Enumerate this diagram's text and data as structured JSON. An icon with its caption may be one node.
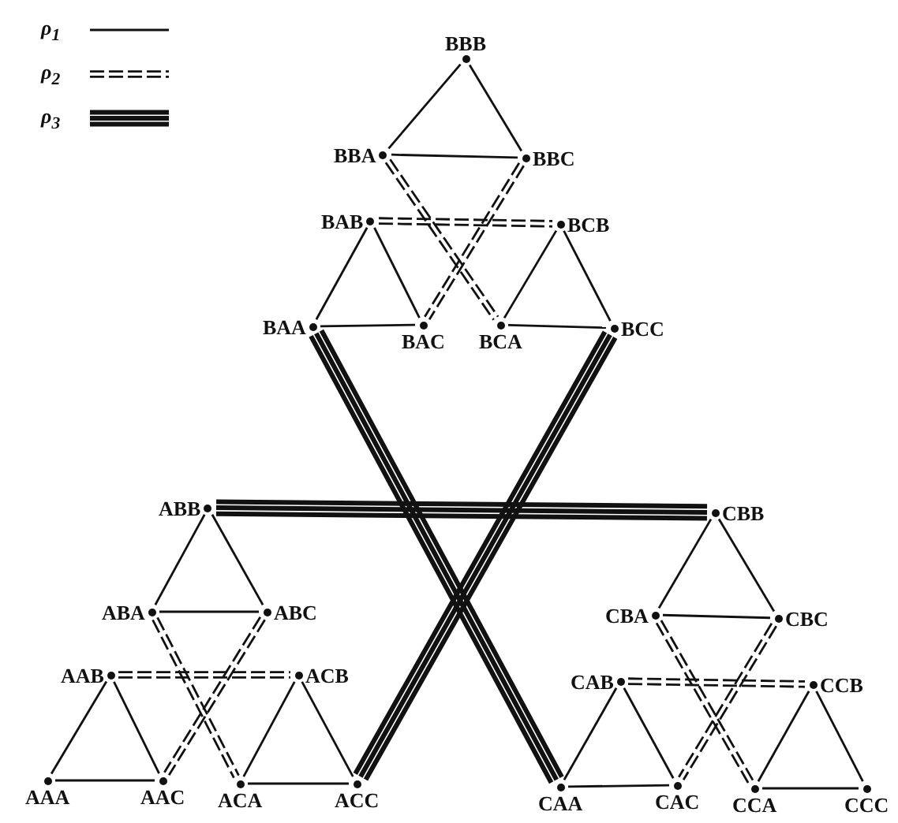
{
  "diagram": {
    "nodes": [
      {
        "text": [
          "BBB"
        ]
      },
      {
        "text": [
          "BBA"
        ]
      },
      {
        "text": [
          "BBC"
        ]
      },
      {
        "text": [
          "BAB"
        ]
      },
      {
        "text": [
          "BCB"
        ]
      },
      {
        "text": [
          "BAA"
        ]
      },
      {
        "text": [
          "BAC"
        ]
      },
      {
        "text": [
          "BCA"
        ]
      },
      {
        "text": [
          "BCC"
        ]
      },
      {
        "text": [
          "ABB"
        ]
      },
      {
        "text": [
          "CBB"
        ]
      },
      {
        "text": [
          "ABA"
        ]
      },
      {
        "text": [
          "ABC"
        ]
      },
      {
        "text": [
          "CBA"
        ]
      },
      {
        "text": [
          "CBC"
        ]
      },
      {
        "text": [
          "AAB"
        ]
      },
      {
        "text": [
          "ACB"
        ]
      },
      {
        "text": [
          "CAB"
        ]
      },
      {
        "text": [
          "CCB"
        ]
      },
      {
        "text": [
          "AAA"
        ]
      },
      {
        "text": [
          "AAC"
        ]
      },
      {
        "text": [
          "ACA"
        ]
      },
      {
        "text": [
          "ACC"
        ]
      },
      {
        "text": [
          "CAA"
        ]
      },
      {
        "text": [
          "CAC"
        ]
      },
      {
        "text": [
          "CCA"
        ]
      },
      {
        "text": [
          "CCC"
        ]
      }
    ],
    "edges": [
      {
        "from": 0,
        "to": 1,
        "arrow": "none"
      },
      {
        "from": 0,
        "to": 2,
        "arrow": "none"
      },
      {
        "from": 1,
        "to": 2,
        "arrow": "none"
      },
      {
        "from": 3,
        "to": 5,
        "arrow": "none"
      },
      {
        "from": 3,
        "to": 6,
        "arrow": "none"
      },
      {
        "from": 5,
        "to": 6,
        "arrow": "none"
      },
      {
        "from": 4,
        "to": 7,
        "arrow": "none"
      },
      {
        "from": 4,
        "to": 8,
        "arrow": "none"
      },
      {
        "from": 7,
        "to": 8,
        "arrow": "none"
      },
      {
        "from": 9,
        "to": 11,
        "arrow": "none"
      },
      {
        "from": 9,
        "to": 12,
        "arrow": "none"
      },
      {
        "from": 11,
        "to": 12,
        "arrow": "none"
      },
      {
        "from": 15,
        "to": 19,
        "arrow": "none"
      },
      {
        "from": 15,
        "to": 20,
        "arrow": "none"
      },
      {
        "from": 19,
        "to": 20,
        "arrow": "none"
      },
      {
        "from": 16,
        "to": 21,
        "arrow": "none"
      },
      {
        "from": 16,
        "to": 22,
        "arrow": "none"
      },
      {
        "from": 21,
        "to": 22,
        "arrow": "none"
      },
      {
        "from": 10,
        "to": 13,
        "arrow": "none"
      },
      {
        "from": 10,
        "to": 14,
        "arrow": "none"
      },
      {
        "from": 13,
        "to": 14,
        "arrow": "none"
      },
      {
        "from": 17,
        "to": 23,
        "arrow": "none"
      },
      {
        "from": 17,
        "to": 24,
        "arrow": "none"
      },
      {
        "from": 23,
        "to": 24,
        "arrow": "none"
      },
      {
        "from": 18,
        "to": 25,
        "arrow": "none"
      },
      {
        "from": 18,
        "to": 26,
        "arrow": "none"
      },
      {
        "from": 25,
        "to": 26,
        "arrow": "none"
      },
      {
        "from": 1,
        "to": 7,
        "arrow": "none",
        "style": "dashed"
      },
      {
        "from": 2,
        "to": 6,
        "arrow": "none",
        "style": "dashed"
      },
      {
        "from": 3,
        "to": 4,
        "arrow": "none",
        "style": "dashed"
      },
      {
        "from": 11,
        "to": 21,
        "arrow": "none",
        "style": "dashed"
      },
      {
        "from": 12,
        "to": 20,
        "arrow": "none",
        "style": "dashed"
      },
      {
        "from": 15,
        "to": 16,
        "arrow": "none",
        "style": "dashed"
      },
      {
        "from": 13,
        "to": 25,
        "arrow": "none",
        "style": "dashed"
      },
      {
        "from": 14,
        "to": 24,
        "arrow": "none",
        "style": "dashed"
      },
      {
        "from": 17,
        "to": 18,
        "arrow": "none",
        "style": "dashed"
      },
      {
        "from": 9,
        "to": 10,
        "arrow": "none",
        "style": "thick"
      },
      {
        "from": 5,
        "to": 23,
        "arrow": "none",
        "style": "thick"
      },
      {
        "from": 8,
        "to": 22,
        "arrow": "none",
        "style": "thick"
      }
    ],
    "legend": [
      {
        "text": "ρ$_{1}$"
      },
      {
        "text": "ρ$_{2}$"
      },
      {
        "text": "ρ$_{3}$"
      }
    ]
  }
}
